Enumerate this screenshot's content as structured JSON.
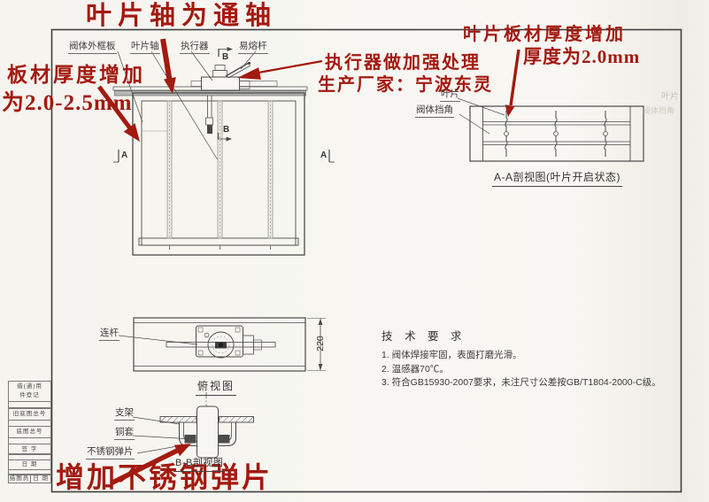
{
  "colors": {
    "paper": "#f7f6f2",
    "line": "#4a4a4a",
    "annotation_red": "#a31a10"
  },
  "annotations_red": {
    "blade_axis": "叶片轴为通轴",
    "plate_thickness_1": "板材厚度增加",
    "plate_thickness_2": "为2.0-2.5mm",
    "actuator_1": "执行器做加强处理",
    "actuator_2": "生产厂家：宁波东灵",
    "blade_plate_1": "叶片板材厚度增加",
    "blade_plate_2": "厚度为2.0mm",
    "spring": "增加不锈钢弹片"
  },
  "front_view": {
    "labels": {
      "frame_plate": "阀体外框板",
      "blade_shaft": "叶片轴",
      "actuator": "执行器",
      "fusible_rod": "易熔杆"
    },
    "marker_a": "A",
    "marker_b": "B"
  },
  "aa_view": {
    "labels": {
      "blade": "叶片",
      "frame_corner": "阀体挡角"
    },
    "caption": "A-A剖视图(叶片开启状态)"
  },
  "top_view": {
    "label_link_rod": "连杆",
    "caption": "俯视图",
    "dimension": "220"
  },
  "bb_view": {
    "labels": {
      "bracket": "支架",
      "bushing": "铜套",
      "spring": "不锈钢弹片"
    },
    "caption": "B-B剖视图"
  },
  "tech_requirements": {
    "title": "技 术 要 求",
    "items": [
      "1. 阀体焊接牢固，表面打磨光滑。",
      "2. 温感器70℃。",
      "3. 符合GB15930-2007要求，未注尺寸公差按GB/T1804-2000-C级。"
    ]
  },
  "title_block": {
    "cells": [
      "借(通)用\n件登记",
      "旧底图总号",
      "底图总号",
      "签 字",
      "日 期"
    ],
    "bottom": {
      "left": "描图员",
      "right": "日 期"
    }
  },
  "ghost": {
    "t1": "叶片",
    "t2": "阀体挡角"
  }
}
